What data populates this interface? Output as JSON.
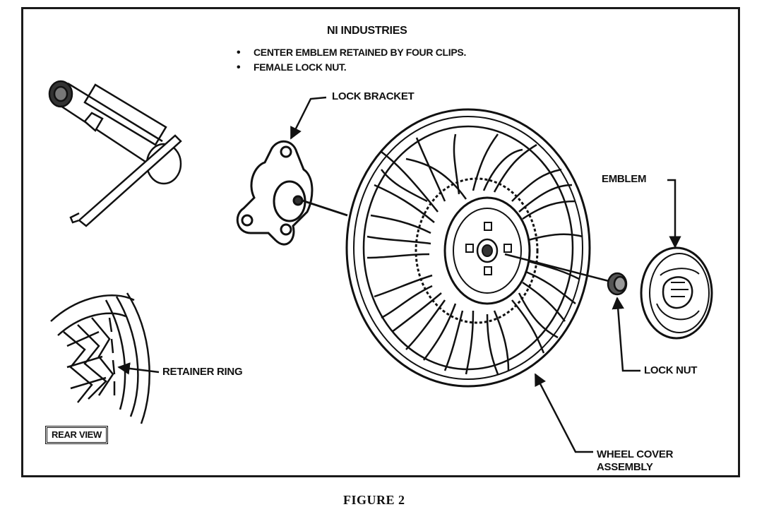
{
  "title": "NI INDUSTRIES",
  "bullets": [
    "CENTER EMBLEM RETAINED BY FOUR CLIPS.",
    "FEMALE LOCK NUT."
  ],
  "callouts": {
    "lock_bracket": "LOCK BRACKET",
    "emblem": "EMBLEM",
    "lock_nut": "LOCK NUT",
    "retainer_ring": "RETAINER RING",
    "wheel_cover_line1": "WHEEL COVER",
    "wheel_cover_line2": "ASSEMBLY"
  },
  "rear_view_label": "REAR VIEW",
  "caption": "FIGURE 2"
}
